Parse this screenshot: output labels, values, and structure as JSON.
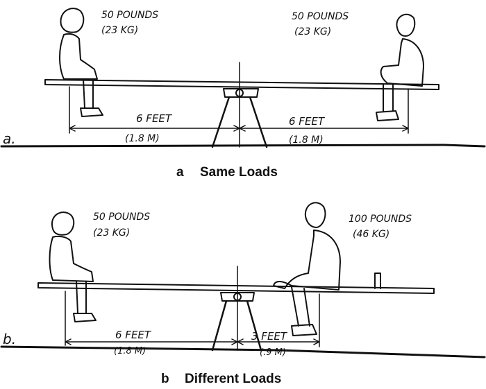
{
  "panel_a": {
    "label": "a.",
    "caption_letter": "a",
    "caption_text": "Same Loads",
    "left_weight": "50 POUNDS",
    "left_weight_metric": "(23 KG)",
    "right_weight": "50 POUNDS",
    "right_weight_metric": "(23 KG)",
    "left_distance": "6 FEET",
    "left_distance_metric": "(1.8 M)",
    "right_distance": "6 FEET",
    "right_distance_metric": "(1.8 M)"
  },
  "panel_b": {
    "label": "b.",
    "caption_letter": "b",
    "caption_text": "Different Loads",
    "left_weight": "50 POUNDS",
    "left_weight_metric": "(23 KG)",
    "right_weight": "100 POUNDS",
    "right_weight_metric": "(46 KG)",
    "left_distance": "6 FEET",
    "left_distance_metric": "(1.8 M)",
    "right_distance": "3 FEET",
    "right_distance_metric": "(.9 M)"
  }
}
